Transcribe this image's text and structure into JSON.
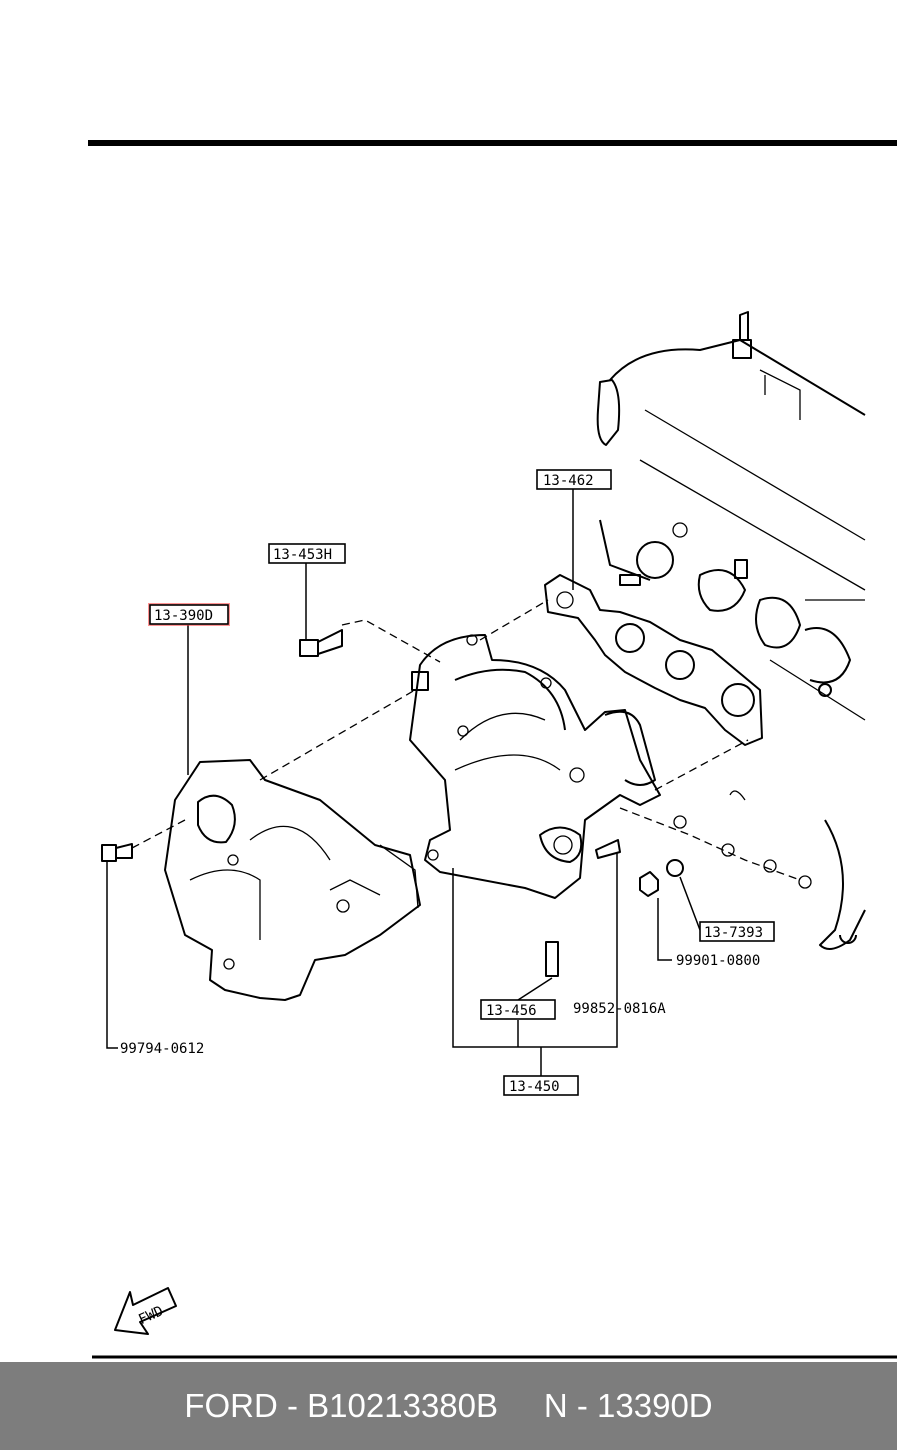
{
  "callouts": {
    "heat_insulator": "13-390D",
    "gasket": "13-462",
    "stud_bolt_top": "13-453H",
    "nut_washer": "13-7393",
    "stud": "13-456",
    "manifold_assembly": "13-450"
  },
  "part_numbers": {
    "bolt": "99794-0612",
    "nut": "99901-0800",
    "stud_bolt": "99852-0816A"
  },
  "direction_marker": "FWD",
  "highlight_color": "#ff3b3b",
  "footer": {
    "brand": "FORD",
    "part_number": "B10213380B",
    "reference": "N - 13390D"
  }
}
